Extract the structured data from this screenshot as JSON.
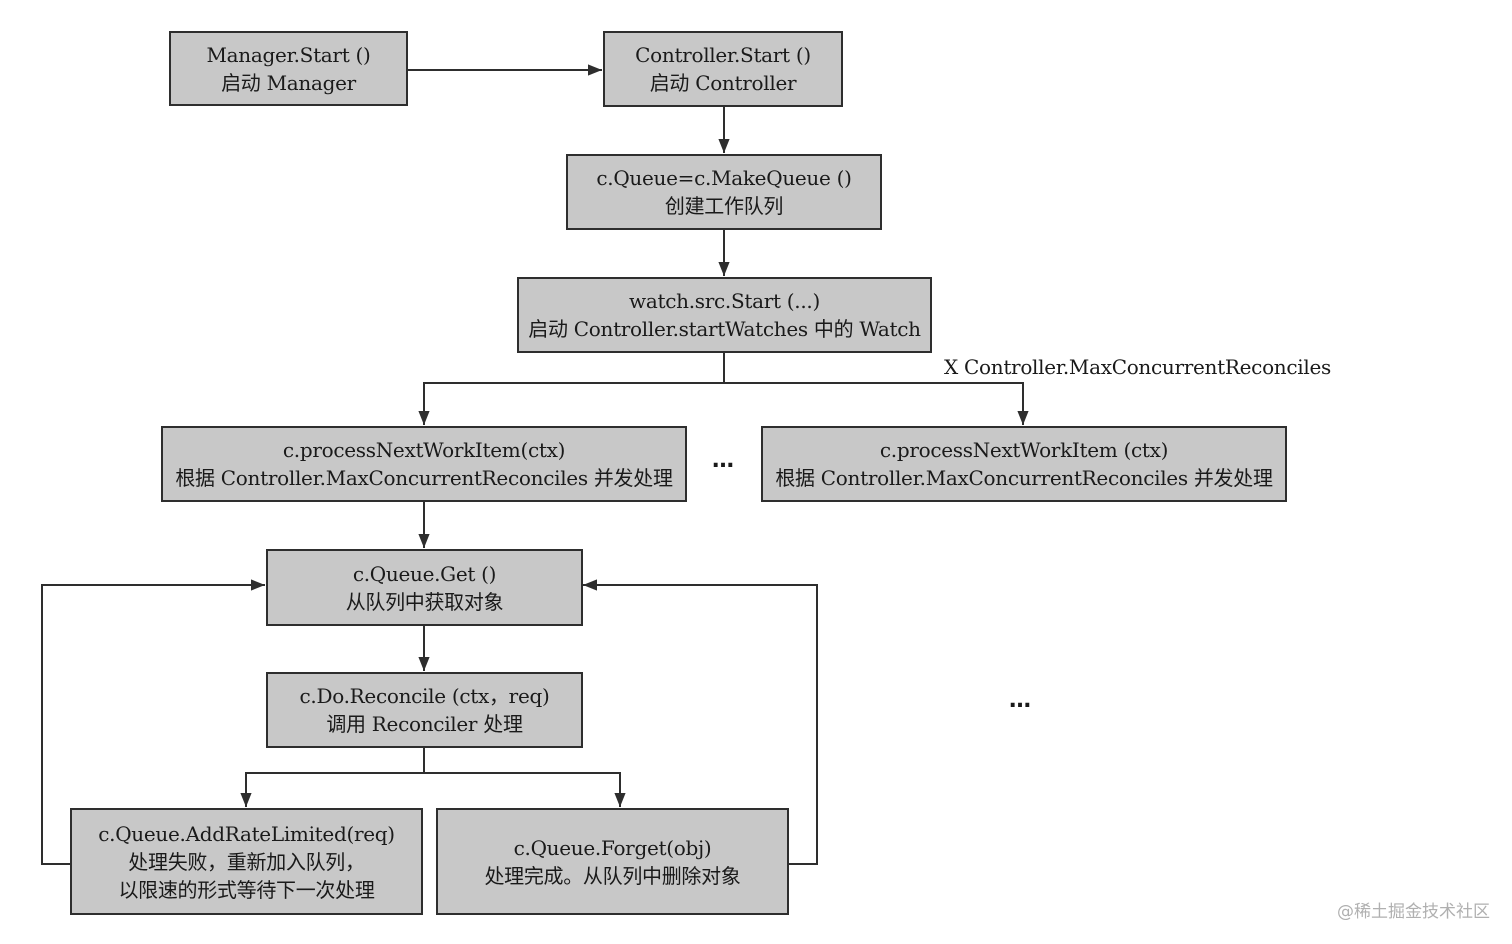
{
  "nodes": {
    "manager_start": {
      "title": "Manager.Start ()",
      "desc": "启动 Manager"
    },
    "controller_start": {
      "title": "Controller.Start ()",
      "desc": "启动 Controller"
    },
    "make_queue": {
      "title": "c.Queue=c.MakeQueue ()",
      "desc": "创建工作队列"
    },
    "watch_start": {
      "title": "watch.src.Start (...)",
      "desc": "启动 Controller.startWatches 中的 Watch"
    },
    "process_left": {
      "title": "c.processNextWorkItem(ctx)",
      "desc": "根据 Controller.MaxConcurrentReconciles 并发处理"
    },
    "process_right": {
      "title": "c.processNextWorkItem (ctx)",
      "desc": "根据 Controller.MaxConcurrentReconciles 并发处理"
    },
    "queue_get": {
      "title": "c.Queue.Get ()",
      "desc": "从队列中获取对象"
    },
    "do_reconcile": {
      "title": "c.Do.Reconcile (ctx，req)",
      "desc": "调用 Reconciler 处理"
    },
    "add_rate_limited": {
      "title": "c.Queue.AddRateLimited(req)",
      "desc": "处理失败，重新加入队列，",
      "desc2": "以限速的形式等待下一次处理"
    },
    "forget": {
      "title": "c.Queue.Forget(obj)",
      "desc": "处理完成。从队列中删除对象"
    }
  },
  "labels": {
    "multiplier": "X Controller.MaxConcurrentReconciles",
    "ellipsis_middle": "…",
    "ellipsis_right": "…"
  },
  "watermark": "@稀土掘金技术社区",
  "colors": {
    "box_fill": "#c8c8c8",
    "box_border": "#2e2e2e",
    "line": "#2e2e2e"
  }
}
